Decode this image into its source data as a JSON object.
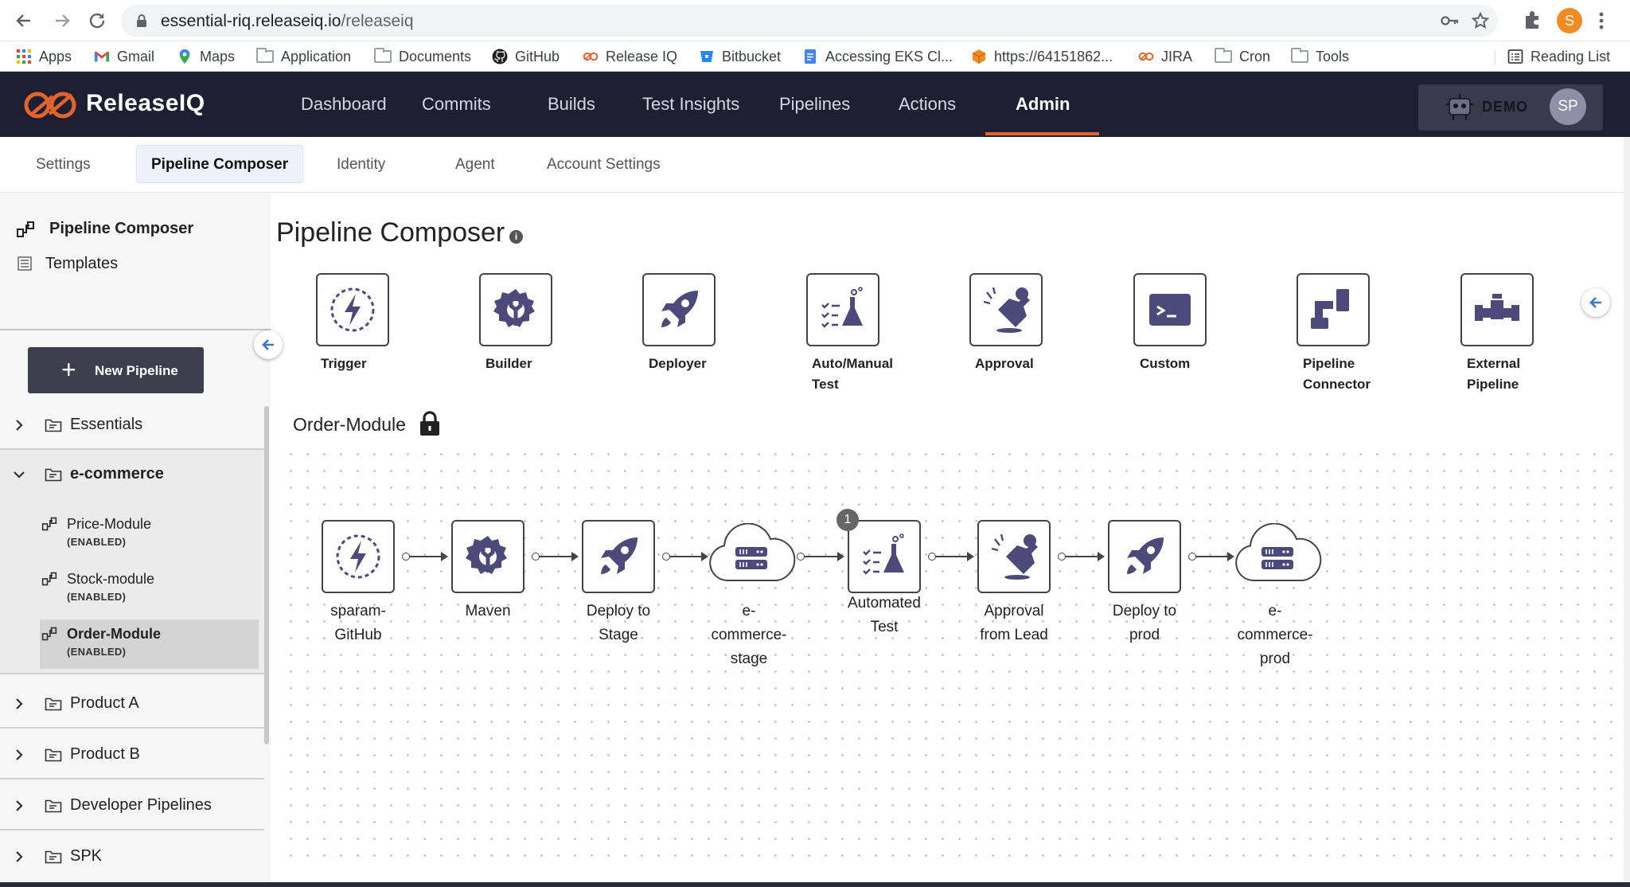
{
  "browser": {
    "url_host": "essential-riq.releaseiq.io",
    "url_path": "/releaseiq",
    "profile_initial": "S",
    "bookmarks": [
      {
        "label": "Apps",
        "icon": "apps-grid-icon"
      },
      {
        "label": "Gmail",
        "icon": "gmail-icon"
      },
      {
        "label": "Maps",
        "icon": "maps-pin-icon"
      },
      {
        "label": "Application",
        "icon": "folder-icon"
      },
      {
        "label": "Documents",
        "icon": "folder-icon"
      },
      {
        "label": "GitHub",
        "icon": "github-icon"
      },
      {
        "label": "Release IQ",
        "icon": "releaseiq-icon"
      },
      {
        "label": "Bitbucket",
        "icon": "bitbucket-icon"
      },
      {
        "label": "Accessing EKS Cl...",
        "icon": "doc-icon"
      },
      {
        "label": "https://64151862...",
        "icon": "cube-icon"
      },
      {
        "label": "JIRA",
        "icon": "releaseiq-icon"
      },
      {
        "label": "Cron",
        "icon": "folder-icon"
      },
      {
        "label": "Tools",
        "icon": "folder-icon"
      }
    ],
    "reading_list": "Reading List"
  },
  "app": {
    "brand": "ReleaseIQ",
    "nav": [
      "Dashboard",
      "Commits",
      "Builds",
      "Test Insights",
      "Pipelines",
      "Actions",
      "Admin"
    ],
    "active_nav": "Admin",
    "org": "DEMO",
    "user_initials": "SP"
  },
  "subtabs": [
    "Settings",
    "Pipeline Composer",
    "Identity",
    "Agent",
    "Account Settings"
  ],
  "active_subtab": "Pipeline Composer",
  "sidebar": {
    "top_items": [
      {
        "label": "Pipeline Composer",
        "icon": "pipeline-icon"
      },
      {
        "label": "Templates",
        "icon": "templates-icon"
      }
    ],
    "new_pipeline_label": "New Pipeline",
    "groups": [
      {
        "label": "Essentials",
        "expanded": false
      },
      {
        "label": "e-commerce",
        "expanded": true,
        "pipelines": [
          {
            "name": "Price-Module",
            "status": "(ENABLED)"
          },
          {
            "name": "Stock-module",
            "status": "(ENABLED)"
          },
          {
            "name": "Order-Module",
            "status": "(ENABLED)",
            "selected": true
          }
        ]
      },
      {
        "label": "Product A",
        "expanded": false
      },
      {
        "label": "Product B",
        "expanded": false
      },
      {
        "label": "Developer Pipelines",
        "expanded": false
      },
      {
        "label": "SPK",
        "expanded": false
      }
    ]
  },
  "main": {
    "title": "Pipeline Composer",
    "palette": [
      {
        "l1": "Trigger",
        "l2": "",
        "icon": "trigger-icon"
      },
      {
        "l1": "Builder",
        "l2": "",
        "icon": "builder-icon"
      },
      {
        "l1": "Deployer",
        "l2": "",
        "icon": "deployer-icon"
      },
      {
        "l1": "Auto/Manual",
        "l2": "Test",
        "icon": "test-icon"
      },
      {
        "l1": "Approval",
        "l2": "",
        "icon": "approval-icon"
      },
      {
        "l1": "Custom",
        "l2": "",
        "icon": "custom-icon"
      },
      {
        "l1": "Pipeline",
        "l2": "Connector",
        "icon": "pipeline-connector-icon"
      },
      {
        "l1": "External",
        "l2": "Pipeline",
        "icon": "external-pipeline-icon"
      }
    ],
    "pipeline_name": "Order-Module",
    "stages": [
      {
        "lines": [
          "sparam-",
          "GitHub"
        ],
        "icon": "trigger-icon"
      },
      {
        "lines": [
          "Maven"
        ],
        "icon": "builder-icon"
      },
      {
        "lines": [
          "Deploy to",
          "Stage"
        ],
        "icon": "deployer-icon"
      },
      {
        "lines": [
          "e-",
          "commerce-",
          "stage"
        ],
        "icon": "environment-cloud-icon"
      },
      {
        "lines": [
          "Automated",
          "Test"
        ],
        "icon": "test-icon",
        "badge": "1"
      },
      {
        "lines": [
          "Approval",
          "from Lead"
        ],
        "icon": "approval-icon"
      },
      {
        "lines": [
          "Deploy to",
          "prod"
        ],
        "icon": "deployer-icon"
      },
      {
        "lines": [
          "e-",
          "commerce-",
          "prod"
        ],
        "icon": "environment-cloud-icon"
      }
    ]
  },
  "colors": {
    "header_bg": "#1f1f33",
    "accent": "#e0642c",
    "icon_purple": "#4c4a7a"
  }
}
